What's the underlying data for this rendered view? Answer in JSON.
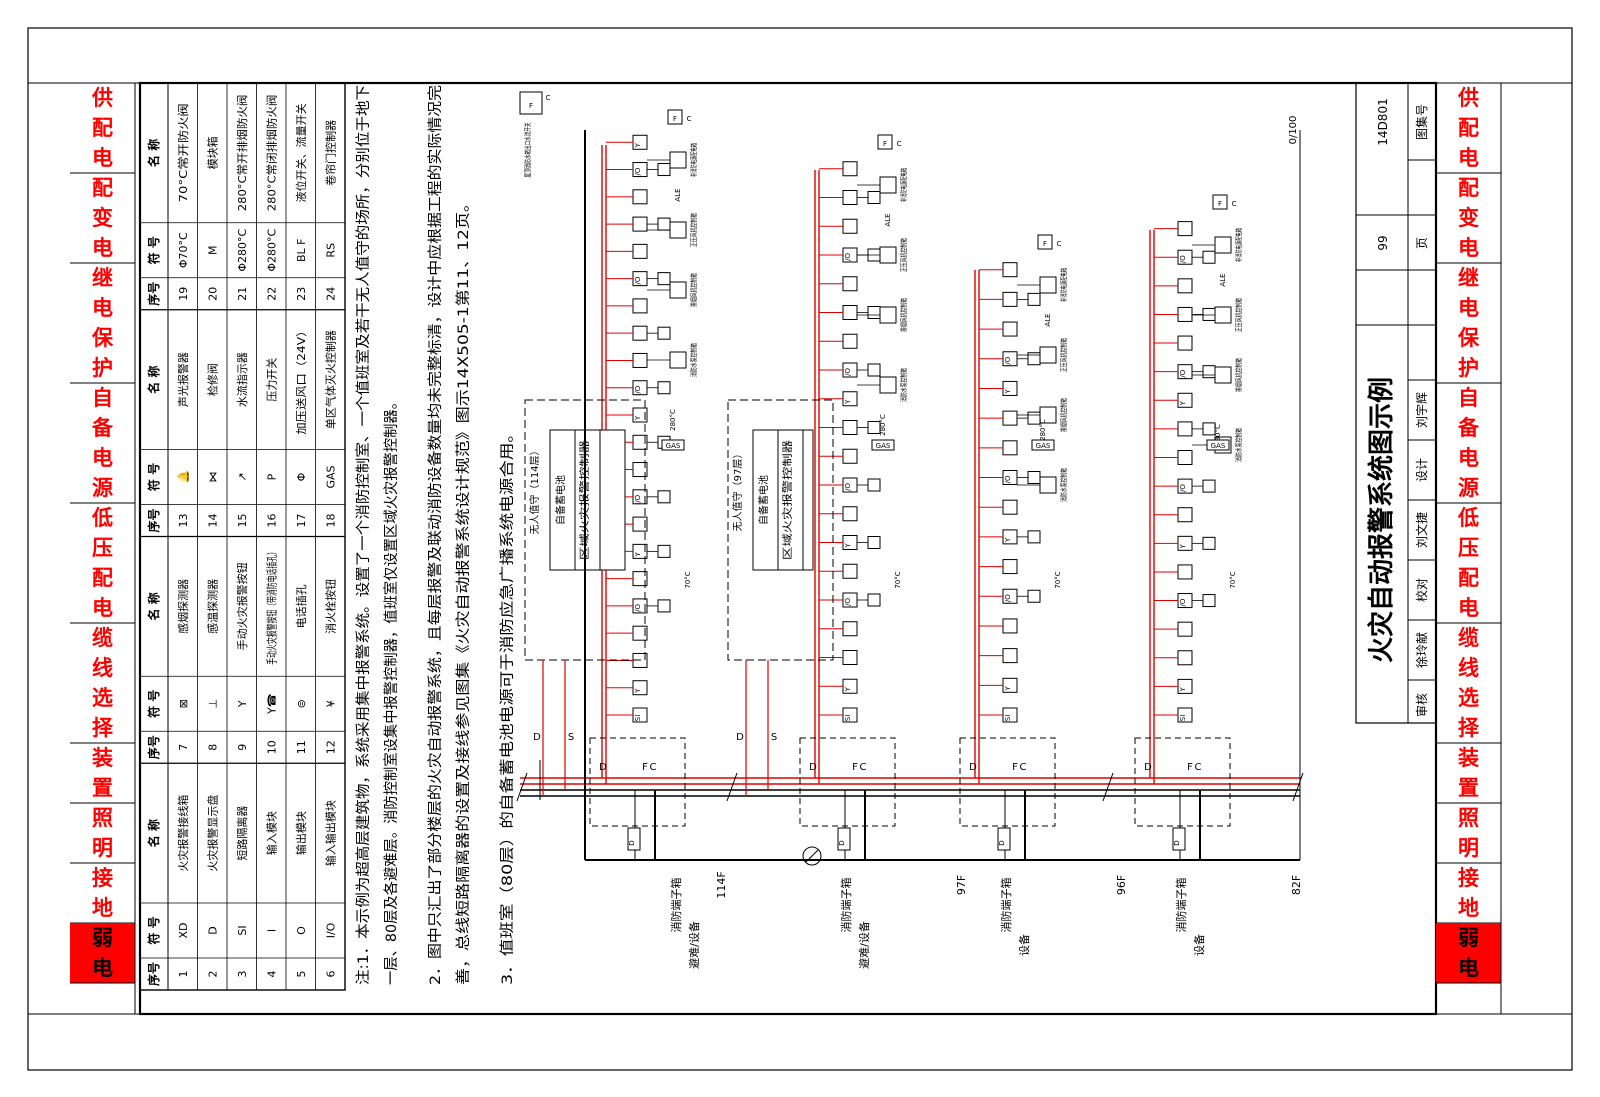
{
  "side_tabs": [
    "供",
    "配",
    "电",
    "配",
    "变",
    "电",
    "继",
    "电",
    "保",
    "护",
    "自",
    "备",
    "电",
    "源",
    "低",
    "压",
    "配",
    "电",
    "缆",
    "线",
    "选",
    "择",
    "装",
    "置",
    "照",
    "明",
    "接",
    "地",
    "弱",
    "电"
  ],
  "side_groups": [
    {
      "chars": "供配电",
      "active": false
    },
    {
      "chars": "配变电",
      "active": false
    },
    {
      "chars": "继电保护",
      "active": false
    },
    {
      "chars": "自备电源",
      "active": false
    },
    {
      "chars": "低压配电",
      "active": false
    },
    {
      "chars": "缆线选择",
      "active": false
    },
    {
      "chars": "装置",
      "active": false
    },
    {
      "chars": "照明",
      "active": false
    },
    {
      "chars": "接地",
      "active": false
    },
    {
      "chars": "弱电",
      "active": true
    }
  ],
  "colors": {
    "accent": "#ff0000",
    "tab_active_bg": "#ff0000",
    "tab_active_fg": "#000000",
    "line": "#000000",
    "bus": "#e00000"
  },
  "legend": {
    "headers": {
      "seq": "序号",
      "sym": "符 号",
      "name": "名 称"
    },
    "items": [
      {
        "seq": "1",
        "sym": "XD",
        "name": "火灾报警接线箱"
      },
      {
        "seq": "2",
        "sym": "D",
        "name": "火灾报警显示盘"
      },
      {
        "seq": "3",
        "sym": "SI",
        "name": "短路隔离器"
      },
      {
        "seq": "4",
        "sym": "I",
        "name": "输入模块"
      },
      {
        "seq": "5",
        "sym": "O",
        "name": "输出模块"
      },
      {
        "seq": "6",
        "sym": "I/O",
        "name": "输入输出模块"
      },
      {
        "seq": "7",
        "sym": "⊠",
        "name": "感烟探测器"
      },
      {
        "seq": "8",
        "sym": "⊥",
        "name": "感温探测器"
      },
      {
        "seq": "9",
        "sym": "Y",
        "name": "手动火灾报警按钮"
      },
      {
        "seq": "10",
        "sym": "Y☎",
        "name": "手动火灾报警按钮（带消防电话插孔）"
      },
      {
        "seq": "11",
        "sym": "⊜",
        "name": "电话插孔"
      },
      {
        "seq": "12",
        "sym": "¥",
        "name": "消火栓按钮"
      },
      {
        "seq": "13",
        "sym": "🔔",
        "name": "声光报警器"
      },
      {
        "seq": "14",
        "sym": "⋈",
        "name": "检修阀"
      },
      {
        "seq": "15",
        "sym": "↗",
        "name": "水流指示器"
      },
      {
        "seq": "16",
        "sym": "P",
        "name": "压力开关"
      },
      {
        "seq": "17",
        "sym": "Φ",
        "name": "加压送风口（24V）"
      },
      {
        "seq": "18",
        "sym": "GAS",
        "name": "单区气体灭火控制器"
      },
      {
        "seq": "19",
        "sym": "Φ70°C",
        "name": "70°C常开防火阀"
      },
      {
        "seq": "20",
        "sym": "M",
        "name": "模块箱"
      },
      {
        "seq": "21",
        "sym": "Φ280°C",
        "name": "280°C常开排烟防火阀"
      },
      {
        "seq": "22",
        "sym": "Φ280°C",
        "name": "280°C常闭排烟防火阀"
      },
      {
        "seq": "23",
        "sym": "BL F",
        "name": "液位开关、流量开关"
      },
      {
        "seq": "24",
        "sym": "RS",
        "name": "卷帘门控制器"
      }
    ]
  },
  "notes": [
    "注:1．本示例为超高层建筑物，系统采用集中报警系统。设置了一个消防控制室、一个值班室及若干无人值守的场所，分别位于地下",
    "一层、80层及各避难层。消防控制室设集中报警控制器，值班室仅设置区域火灾报警控制器。",
    "2．图中只汇出了部分楼层的火灾自动报警系统，且每层报警及联动消防设备数量均未完整标清，设计中应根据工程的实际情况完",
    "善，总线短路隔离器的设置及接线参见图集《火灾自动报警系统设计规范》图示14X505-1第11、12页。",
    "3．值班室（80层）的自备蓄电池电源可于消防应急广播系统电源合用。"
  ],
  "diagram": {
    "floors": [
      "114F",
      "97F",
      "96F",
      "82F"
    ],
    "floor_labels": [
      {
        "line1": "消防端子箱",
        "line2": "避难/设备"
      },
      {
        "line1": "消防端子箱",
        "line2": "避难/设备"
      },
      {
        "line1": "消防端子箱",
        "line2": "设备"
      },
      {
        "line1": "消防端子箱",
        "line2": "设备"
      }
    ],
    "unmanned": [
      {
        "title": "无人值守（114层）",
        "battery": "自备蓄电池",
        "controller": "区域火灾报警控制器"
      },
      {
        "title": "无人值守（97层）",
        "battery": "自备蓄电池",
        "controller": "区域火灾报警控制器"
      }
    ],
    "bus_letters": {
      "d": "D",
      "s": "S",
      "f": "F",
      "c": "C"
    },
    "top_note": "屋顶消防水箱出口水流开关",
    "scale_note": "0/100",
    "module_tags": {
      "io": "I/O",
      "ale": "ALE",
      "gas": "GAS",
      "bl": "BL",
      "p": "P",
      "f": "F",
      "c": "C",
      "deg70": "70°C",
      "deg280": "280°C"
    },
    "device_labels": {
      "fan": "非消防电源配电箱",
      "pump1": "正压风机控制箱",
      "pump2": "排烟风机控制箱",
      "pump3": "消防水泵控制箱",
      "ale_lbl": "非消防电源配电箱"
    }
  },
  "title_block": {
    "title": "火灾自动报警系统图示例",
    "atlas_label": "图集号",
    "atlas_no": "14D801",
    "page_label": "页",
    "page_no": "99",
    "review_label": "审核",
    "reviewer": "徐玲献",
    "check_label": "校对",
    "checker": "刘文捷",
    "design_label": "设计",
    "designer": "刘宇辉"
  }
}
